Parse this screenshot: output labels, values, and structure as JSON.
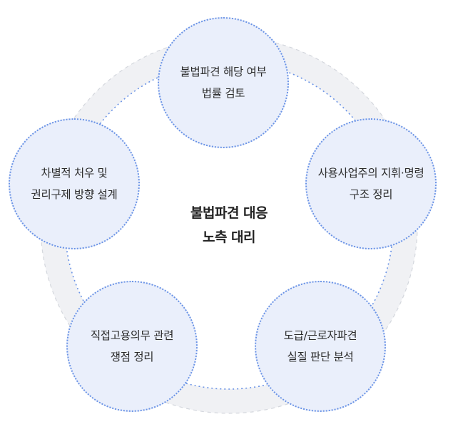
{
  "center": {
    "line1": "불법파견 대응",
    "line2": "노측 대리"
  },
  "nodes": [
    {
      "line1": "불법파견 해당 여부",
      "line2": "법률 검토"
    },
    {
      "line1": "사용사업주의 지휘·명령",
      "line2": "구조 정리"
    },
    {
      "line1": "도급/근로자파견",
      "line2": "실질 판단 분석"
    },
    {
      "line1": "직접고용의무 관련",
      "line2": "쟁점 정리"
    },
    {
      "line1": "차별적 처우 및",
      "line2": "권리구제 방향 설계"
    }
  ],
  "colors": {
    "node_fill": "#eaeffb",
    "node_border": "#6a93e6",
    "ring": "#f0f1f4",
    "ring_dash": "#d4d7dd"
  }
}
